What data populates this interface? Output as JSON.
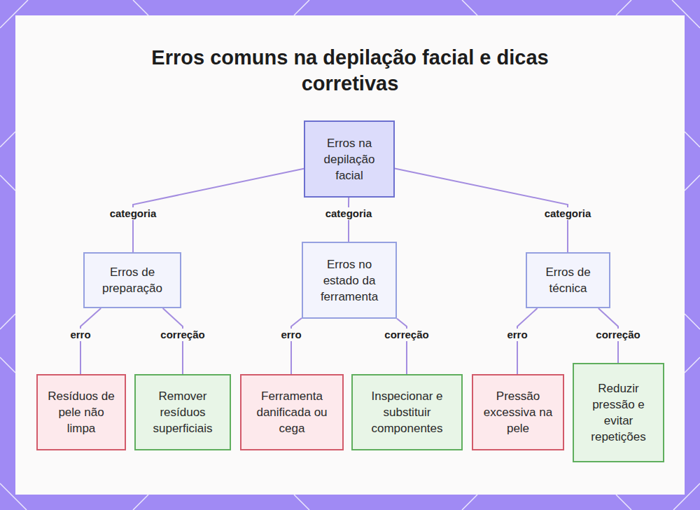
{
  "diagram": {
    "title": "Erros comuns na depilação facial e dicas corretivas",
    "nodes": [
      {
        "text": [
          "Erros na depilação facial"
        ]
      },
      {
        "text": [
          "Erros de preparação"
        ]
      },
      {
        "text": [
          "Erros no estado da ferramenta"
        ]
      },
      {
        "text": [
          "Erros de técnica"
        ]
      },
      {
        "text": [
          "Resíduos de pele não limpa"
        ]
      },
      {
        "text": [
          "Remover resíduos superficiais"
        ]
      },
      {
        "text": [
          "Ferramenta danificada ou cega"
        ]
      },
      {
        "text": [
          "Inspecionar e substituir componentes"
        ]
      },
      {
        "text": [
          "Pressão excessiva na pele"
        ]
      },
      {
        "text": [
          "Reduzir pressão e evitar repetições"
        ]
      }
    ],
    "edges": [
      {
        "from": 0,
        "to": 1,
        "label": "categoria",
        "arrow": "none"
      },
      {
        "from": 0,
        "to": 2,
        "label": "categoria",
        "arrow": "none"
      },
      {
        "from": 0,
        "to": 3,
        "label": "categoria",
        "arrow": "none"
      },
      {
        "from": 1,
        "to": 4,
        "label": "erro",
        "arrow": "none"
      },
      {
        "from": 1,
        "to": 5,
        "label": "correção",
        "arrow": "none"
      },
      {
        "from": 2,
        "to": 6,
        "label": "erro",
        "arrow": "none"
      },
      {
        "from": 2,
        "to": 7,
        "label": "correção",
        "arrow": "none"
      },
      {
        "from": 3,
        "to": 8,
        "label": "erro",
        "arrow": "none"
      },
      {
        "from": 3,
        "to": 9,
        "label": "correção",
        "arrow": "none"
      }
    ]
  }
}
